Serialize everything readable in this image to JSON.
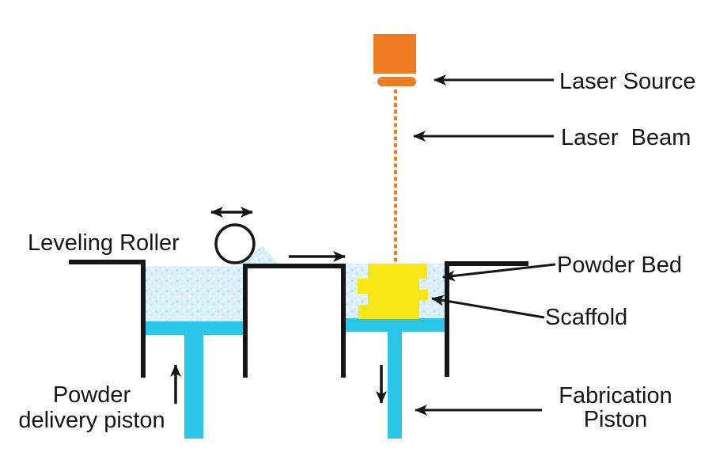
{
  "labels": {
    "laser_source": "Laser Source",
    "laser_beam": "Laser  Beam",
    "powder_bed": "Powder Bed",
    "scaffold": "Scaffold",
    "fabrication_line1": "Fabrication",
    "fabrication_line2": "Piston",
    "leveling_roller": "Leveling Roller",
    "delivery_line1": "Powder",
    "delivery_line2": "delivery piston"
  },
  "colors": {
    "orange": "#ED7C22",
    "yellow": "#F8E714",
    "cyan": "#2BC5E8",
    "powder_base": "#DBF0F8",
    "powder_speckle": "#BCE4F0",
    "ink": "#161616",
    "background": "#FFFFFF"
  }
}
